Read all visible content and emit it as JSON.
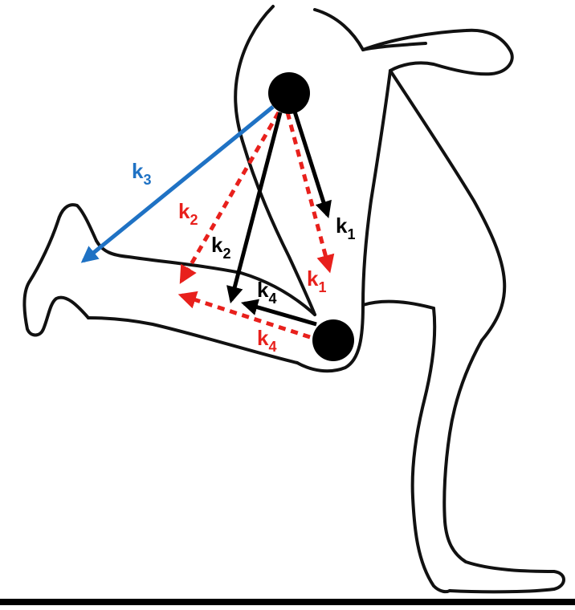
{
  "colors": {
    "outline": "#111111",
    "black_vector": "#000000",
    "red_vector": "#e8201c",
    "blue_vector": "#1f72c4",
    "joint": "#000000",
    "ground": "#000000"
  },
  "labels": {
    "k3_blue": {
      "base": "k",
      "sub": "3"
    },
    "k2_red": {
      "base": "k",
      "sub": "2"
    },
    "k2_black": {
      "base": "k",
      "sub": "2"
    },
    "k1_black": {
      "base": "k",
      "sub": "1"
    },
    "k1_red": {
      "base": "k",
      "sub": "1"
    },
    "k4_black": {
      "base": "k",
      "sub": "4"
    },
    "k4_red": {
      "base": "k",
      "sub": "4"
    }
  }
}
